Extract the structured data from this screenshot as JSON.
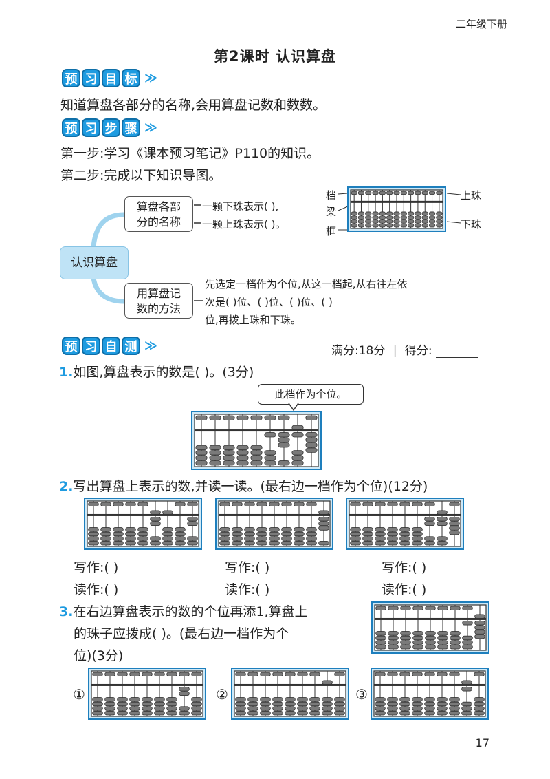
{
  "header": {
    "grade": "二年级下册"
  },
  "title": "第2课时  认识算盘",
  "goal": {
    "badge": [
      "预",
      "习",
      "目",
      "标"
    ],
    "arrow": "≫",
    "text": "知道算盘各部分的名称,会用算盘记数和数数。"
  },
  "steps": {
    "badge": [
      "预",
      "习",
      "步",
      "骤"
    ],
    "arrow": "≫",
    "step1": "第一步:学习《课本预习笔记》P110的知识。",
    "step2": "第二步:完成以下知识导图。"
  },
  "mindmap": {
    "root": "认识算盘",
    "branch1": {
      "line1": "算盘各部",
      "line2": "分的名称",
      "item1": "一颗下珠表示(   ),",
      "item2": "一颗上珠表示(   )。"
    },
    "parts": {
      "dang": "档",
      "liang": "梁",
      "kuang": "框",
      "upper": "上珠",
      "lower": "下珠"
    },
    "branch2": {
      "line1": "用算盘记",
      "line2": "数的方法",
      "text1": "先选定一档作为个位,从这一档起,从右往左依",
      "text2": "次是(    )位、(    )位、(    )位、(    )",
      "text3": "位,再拨上珠和下珠。"
    }
  },
  "test": {
    "badge": [
      "预",
      "习",
      "自",
      "测"
    ],
    "arrow": "≫",
    "full_score": "满分:18分",
    "score_label": "得分:"
  },
  "q1": {
    "num": "1.",
    "text": "如图,算盘表示的数是(      )。(3分)",
    "callout": "此档作为个位。"
  },
  "q2": {
    "num": "2.",
    "text": "写出算盘上表示的数,并读一读。(最右边一档作为个位)(12分)",
    "write": "写作:(          )",
    "read": "读作:(          )"
  },
  "q3": {
    "num": "3.",
    "line1": "在右边算盘表示的数的个位再添1,算盘上",
    "line2": "的珠子应拨成(      )。(最右边一档作为个",
    "line3": "位)(3分)",
    "opt1": "①",
    "opt2": "②",
    "opt3": "③"
  },
  "page_number": "17"
}
